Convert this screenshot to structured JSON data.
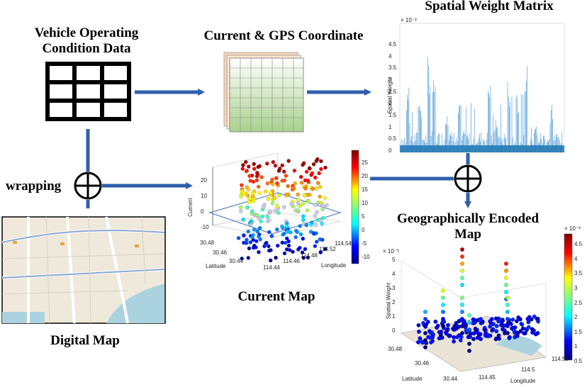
{
  "labels": {
    "vehicle_data": "Vehicle Operating Condition Data",
    "current_gps": "Current & GPS Coordinate",
    "spatial_weight_matrix": "Spatial Weight Matrix",
    "wrapping": "wrapping",
    "digital_map": "Digital Map",
    "current_map": "Current Map",
    "geo_encoded_map": "Geographically Encoded Map"
  },
  "spatial_weight_plot": {
    "ylabel": "Spatial Weight",
    "exponent": "× 10⁻³",
    "yticks": [
      "0",
      "0.5",
      "1",
      "1.5",
      "2",
      "2.5",
      "3",
      "3.5",
      "4",
      "4.5"
    ]
  },
  "current_map_plot": {
    "zlabel": "Current",
    "zticks": [
      "20",
      "10",
      "0",
      "-10"
    ],
    "lat_label": "Latitude",
    "lat_ticks": [
      "30.48",
      "30.46",
      "30.44"
    ],
    "lon_label": "Longitude",
    "lon_ticks": [
      "114.44",
      "114.46",
      "114.48",
      "114.52",
      "114.54"
    ],
    "colorbar_ticks": [
      "25",
      "20",
      "15",
      "10",
      "5",
      "0",
      "-5",
      "-10"
    ]
  },
  "geo_map_plot": {
    "zlabel": "Spatial Weight",
    "exponent": "× 10⁻³",
    "zticks": [
      "5",
      "4",
      "3",
      "2",
      "1",
      "0"
    ],
    "lat_label": "Latitude",
    "lat_ticks": [
      "30.48",
      "30.46",
      "30.44"
    ],
    "lon_label": "Longitude",
    "lon_ticks": [
      "114.45",
      "114.5",
      "114.55"
    ],
    "colorbar_exponent": "× 10⁻³",
    "colorbar_ticks": [
      "4.5",
      "4",
      "3.5",
      "3",
      "2.5",
      "2",
      "1.5",
      "1",
      "0.5"
    ]
  },
  "colors": {
    "arrow": "#2f5fae",
    "table_green_top": "#ffffff",
    "table_green_bottom": "#a9d18e",
    "map_bg": "#efe9dc",
    "map_water": "#aad3df"
  }
}
